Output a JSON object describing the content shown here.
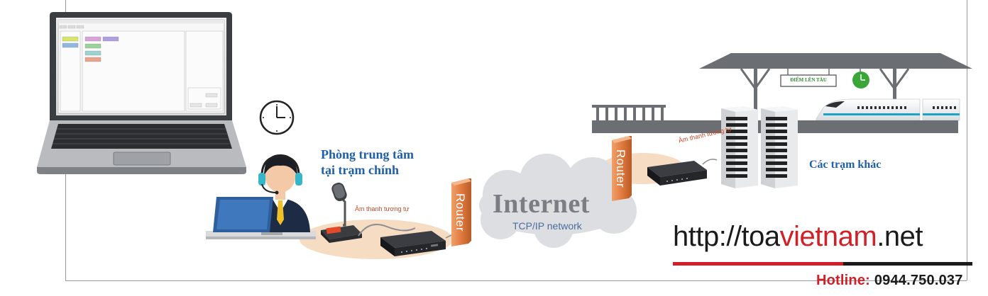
{
  "central_station": {
    "line1": "Phòng trung tâm",
    "line2": "tại trạm chính"
  },
  "other_stations": "Các trạm khác",
  "internet": {
    "title": "Internet",
    "subtitle": "TCP/IP network"
  },
  "routers": {
    "left": "Router",
    "right": "Router"
  },
  "audio": {
    "left": "Âm thanh tương tự",
    "right": "Âm thanh tương tự"
  },
  "platform_sign": "ĐIỂM LÊN TÀU",
  "website": {
    "prefix": "http://toa",
    "highlight": "vietnam",
    "suffix": ".net"
  },
  "hotline": {
    "label": "Hotline:",
    "number": "0944.750.037"
  },
  "colors": {
    "title_blue": "#1f5fa8",
    "accent_red": "#d31f26",
    "router_orange": "#e07a3e",
    "cloud_gray": "#dcdee2",
    "platform_gray": "#6b6e73"
  }
}
